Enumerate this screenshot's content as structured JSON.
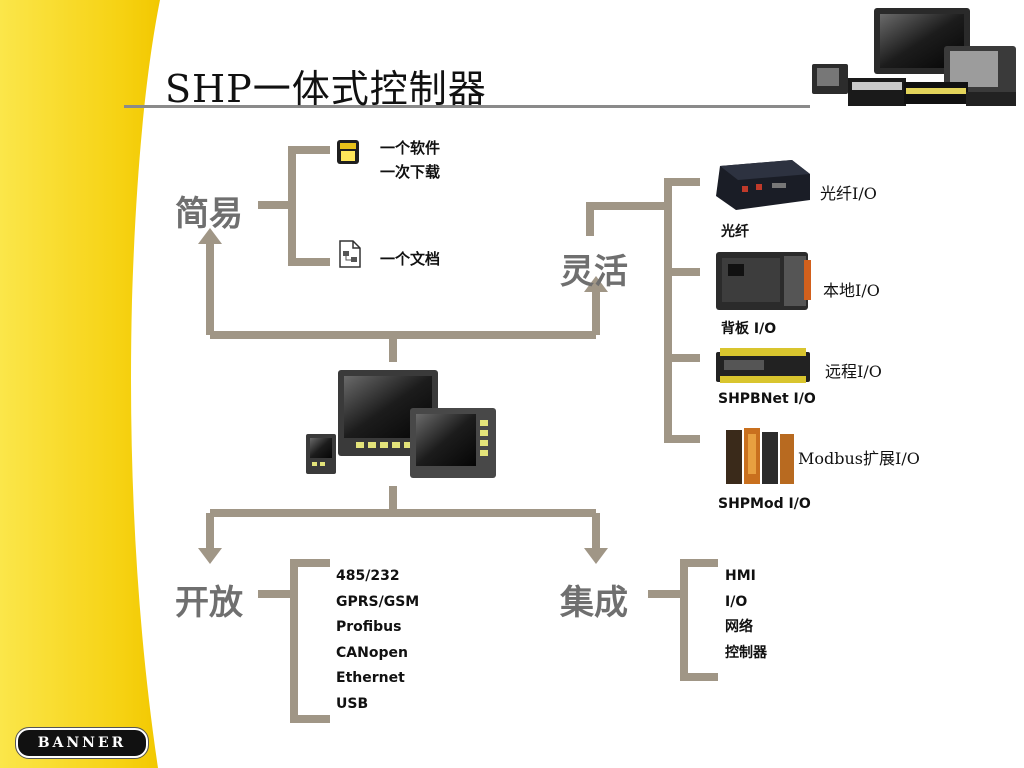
{
  "slide": {
    "title": "SHP一体式控制器",
    "logo_text": "BANNER",
    "colors": {
      "accent_yellow": "#f6d213",
      "connector_gray": "#a09686",
      "label_gray": "#6f6f6f"
    }
  },
  "simple": {
    "label": "简易",
    "item1": {
      "line1": "一个软件",
      "line2": "一次下载",
      "icon": "software-icon"
    },
    "item2": {
      "label": "一个文档",
      "icon": "document-icon"
    }
  },
  "flexible": {
    "label": "灵活",
    "modules": [
      {
        "caption": "光纤",
        "side_label": "光纤I/O"
      },
      {
        "caption": "背板 I/O",
        "side_label": "本地I/O"
      },
      {
        "caption": "SHPBNet I/O",
        "side_label": "远程I/O"
      },
      {
        "caption": "SHPMod I/O",
        "side_label": "Modbus扩展I/O"
      }
    ]
  },
  "open": {
    "label": "开放",
    "items": [
      "485/232",
      "GPRS/GSM",
      "Profibus",
      "CANopen",
      "Ethernet",
      "USB"
    ]
  },
  "integrated": {
    "label": "集成",
    "items": [
      "HMI",
      "I/O",
      "网络",
      "控制器"
    ]
  }
}
